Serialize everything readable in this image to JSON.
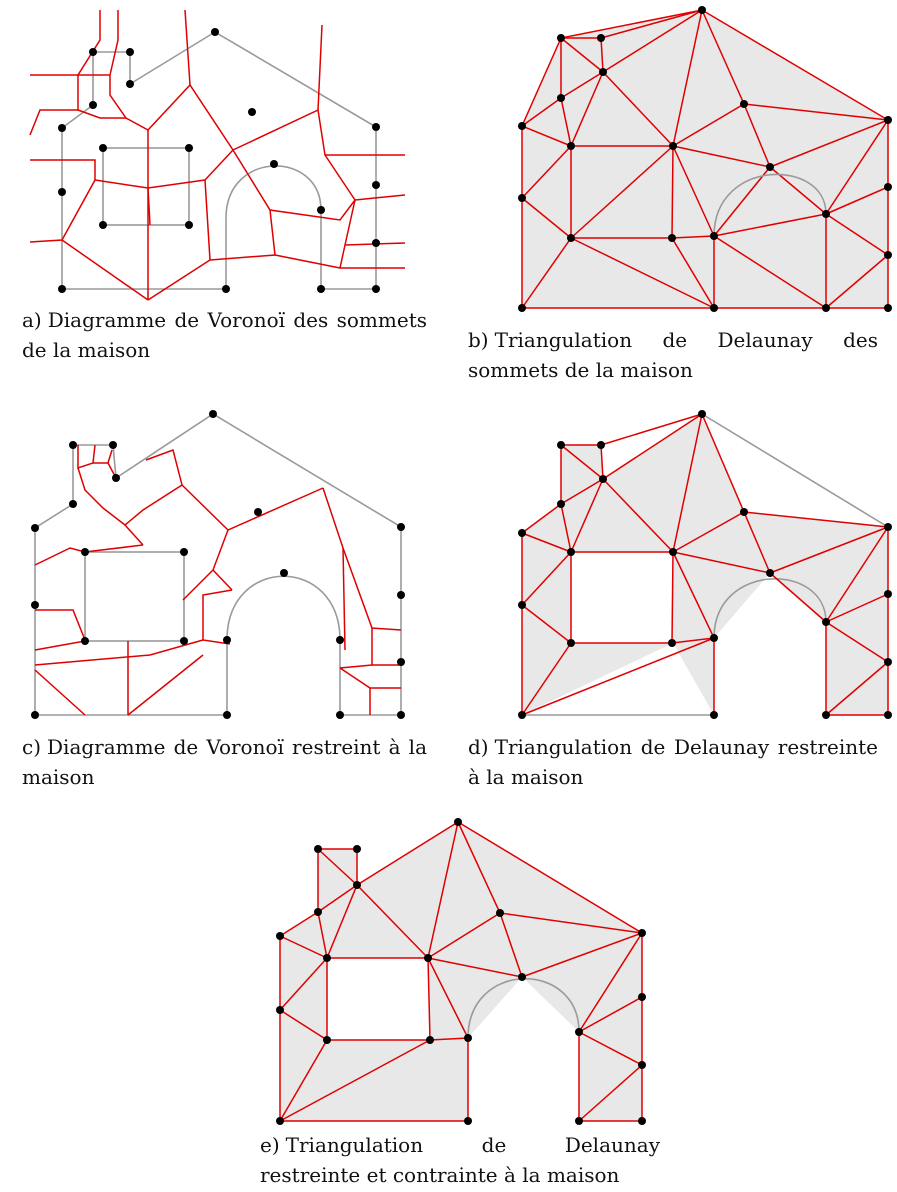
{
  "colors": {
    "voronoi_edge": "#e00000",
    "delaunay_edge": "#e00000",
    "house_outline": "#9a9a9a",
    "fill": "#e8e8e8",
    "vertex": "#000000"
  },
  "panels": [
    {
      "id": "a",
      "label": "a)",
      "caption": "Diagramme de Voronoï des sommets de la maison"
    },
    {
      "id": "b",
      "label": "b)",
      "caption": "Triangulation de Delaunay des sommets de la maison"
    },
    {
      "id": "c",
      "label": "c)",
      "caption": "Diagramme de Voronoï restreint à la maison"
    },
    {
      "id": "d",
      "label": "d)",
      "caption": "Triangulation de Delaunay restreinte à la maison"
    },
    {
      "id": "e",
      "label": "e)",
      "caption": "Triangulation de Delaunay restreinte et contrainte à la maison"
    }
  ]
}
